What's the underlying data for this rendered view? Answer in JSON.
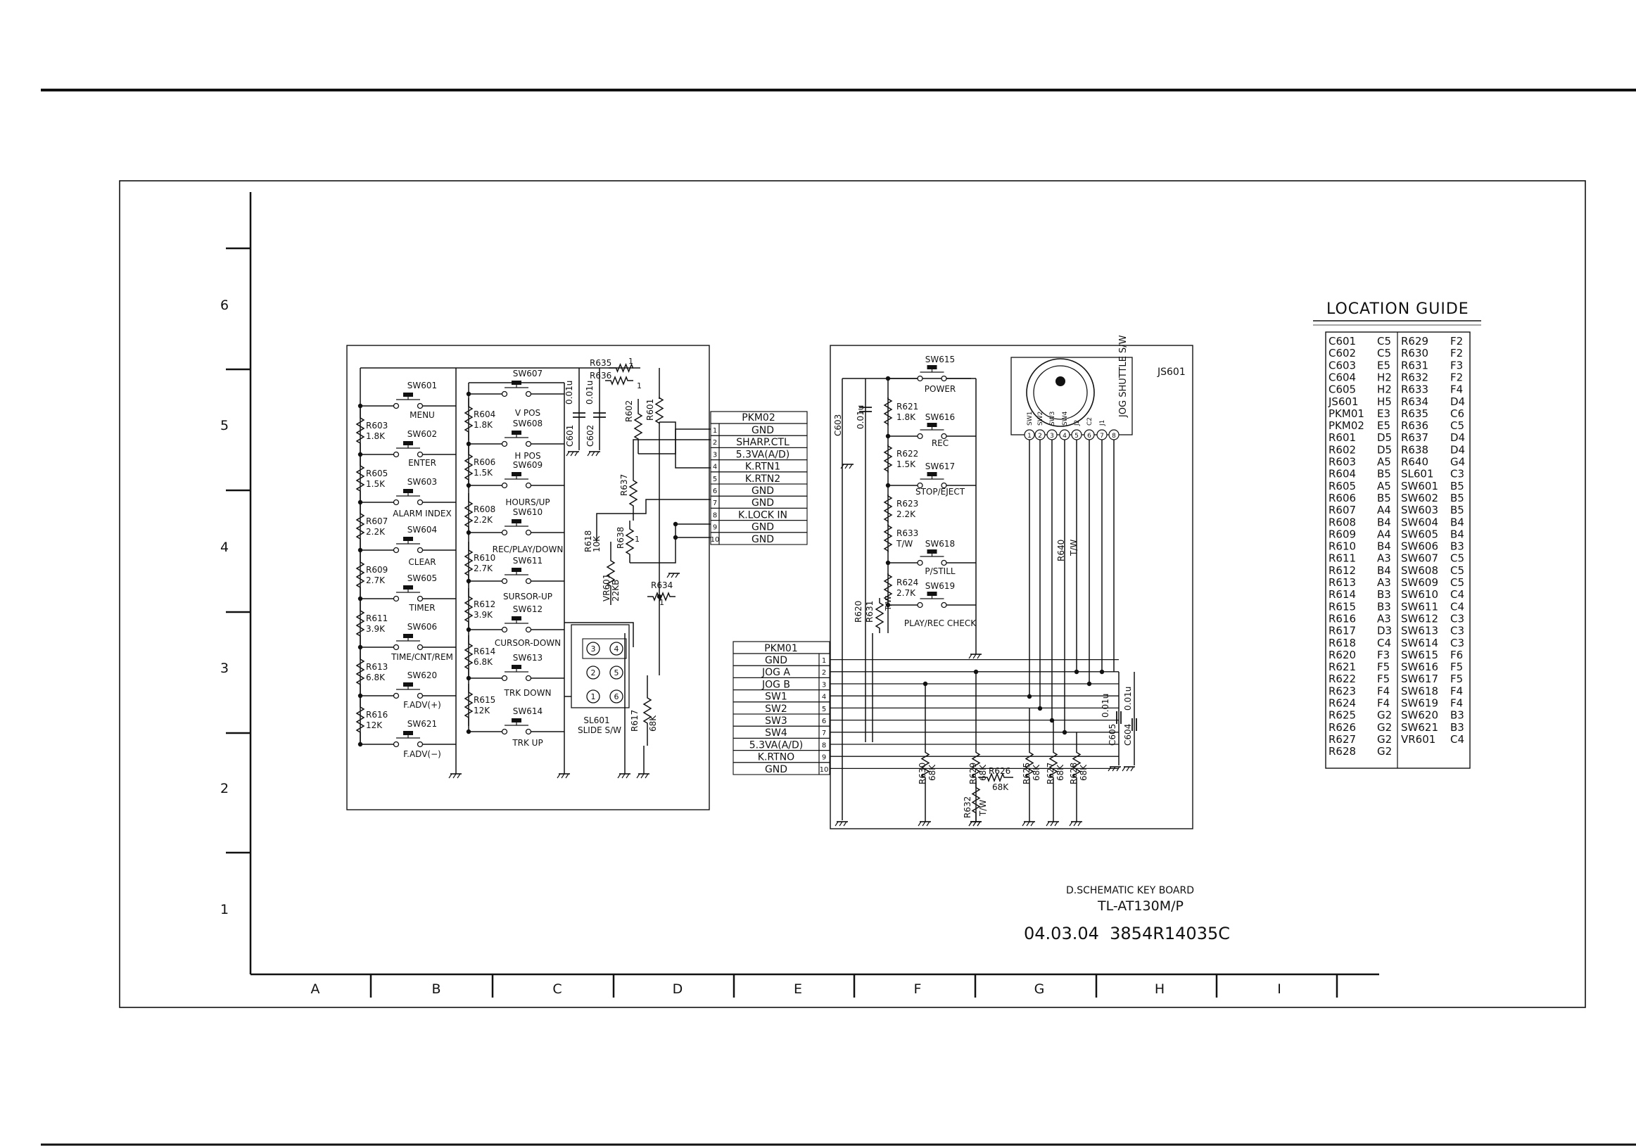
{
  "sheet": {
    "rows": [
      "6",
      "5",
      "4",
      "3",
      "2",
      "1"
    ],
    "cols": [
      "A",
      "B",
      "C",
      "D",
      "E",
      "F",
      "G",
      "H",
      "I"
    ],
    "title_block": {
      "name": "D.SCHEMATIC KEY BOARD",
      "model": "TL-AT130M/P",
      "doc": "04.03.04  3854R14035C"
    }
  },
  "board1": {
    "col_b": {
      "switches": [
        {
          "ref": "SW601",
          "label": "MENU"
        },
        {
          "ref": "SW602",
          "label": "ENTER"
        },
        {
          "ref": "SW603",
          "label": "ALARM INDEX"
        },
        {
          "ref": "SW604",
          "label": "CLEAR"
        },
        {
          "ref": "SW605",
          "label": "TIMER"
        },
        {
          "ref": "SW606",
          "label": "TIME/CNT/REM"
        },
        {
          "ref": "SW620",
          "label": "F.ADV(+)"
        },
        {
          "ref": "SW621",
          "label": "F.ADV(−)"
        }
      ],
      "resistors": [
        {
          "ref": "R603",
          "val": "1.8K"
        },
        {
          "ref": "R605",
          "val": "1.5K"
        },
        {
          "ref": "R607",
          "val": "2.2K"
        },
        {
          "ref": "R609",
          "val": "2.7K"
        },
        {
          "ref": "R611",
          "val": "3.9K"
        },
        {
          "ref": "R613",
          "val": "6.8K"
        },
        {
          "ref": "R616",
          "val": "12K"
        }
      ]
    },
    "col_c": {
      "switches": [
        {
          "ref": "SW607",
          "label": "V POS"
        },
        {
          "ref": "SW608",
          "label": "H POS"
        },
        {
          "ref": "SW609",
          "label": "HOURS/UP"
        },
        {
          "ref": "SW610",
          "label": "REC/PLAY/DOWN"
        },
        {
          "ref": "SW611",
          "label": "SURSOR-UP"
        },
        {
          "ref": "SW612",
          "label": "CURSOR-DOWN"
        },
        {
          "ref": "SW613",
          "label": "TRK DOWN"
        },
        {
          "ref": "SW614",
          "label": "TRK UP"
        }
      ],
      "resistors": [
        {
          "ref": "R604",
          "val": "1.8K"
        },
        {
          "ref": "R606",
          "val": "1.5K"
        },
        {
          "ref": "R608",
          "val": "2.2K"
        },
        {
          "ref": "R610",
          "val": "2.7K"
        },
        {
          "ref": "R612",
          "val": "3.9K"
        },
        {
          "ref": "R614",
          "val": "6.8K"
        },
        {
          "ref": "R615",
          "val": "12K"
        }
      ]
    },
    "misc": {
      "r635": "R635",
      "r635_val": "1",
      "r636": "R636",
      "c601": "C601",
      "c601_val": "0.01u",
      "c602": "C602",
      "c602_val": "0.01u",
      "r602": "R602",
      "r601": "R601",
      "r637": "R637",
      "r638": "R638",
      "r638_val": "1",
      "r618": "R618",
      "r618_val": "10K",
      "vr601": "VR601",
      "vr601_val": "22KB",
      "r634": "R634",
      "r634_val": "1",
      "r617": "R617",
      "r617_val": "68K",
      "sl601": "SL601",
      "sl601_label": "SLIDE S/W",
      "sl_pins": [
        "3",
        "4",
        "2",
        "5",
        "1",
        "6"
      ]
    },
    "pkm02": {
      "title": "PKM02",
      "pins": [
        {
          "n": "1",
          "name": "GND"
        },
        {
          "n": "2",
          "name": "SHARP.CTL"
        },
        {
          "n": "3",
          "name": "5.3VA(A/D)"
        },
        {
          "n": "4",
          "name": "K.RTN1"
        },
        {
          "n": "5",
          "name": "K.RTN2"
        },
        {
          "n": "6",
          "name": "GND"
        },
        {
          "n": "7",
          "name": "GND"
        },
        {
          "n": "8",
          "name": "K.LOCK IN"
        },
        {
          "n": "9",
          "name": "GND"
        },
        {
          "n": "10",
          "name": "GND"
        }
      ]
    }
  },
  "board2": {
    "pkm01": {
      "title": "PKM01",
      "pins": [
        {
          "n": "1",
          "name": "GND"
        },
        {
          "n": "2",
          "name": "JOG A"
        },
        {
          "n": "3",
          "name": "JOG B"
        },
        {
          "n": "4",
          "name": "SW1"
        },
        {
          "n": "5",
          "name": "SW2"
        },
        {
          "n": "6",
          "name": "SW3"
        },
        {
          "n": "7",
          "name": "SW4"
        },
        {
          "n": "8",
          "name": "5.3VA(A/D)"
        },
        {
          "n": "9",
          "name": "K.RTNO"
        },
        {
          "n": "10",
          "name": "GND"
        }
      ]
    },
    "c603": "C603",
    "c603_val": "0.01u",
    "switches": [
      {
        "ref": "SW615",
        "label": "POWER"
      },
      {
        "ref": "SW616",
        "label": "REC"
      },
      {
        "ref": "SW617",
        "label": "STOP/EJECT"
      },
      {
        "ref": "SW618",
        "label": "P/STILL"
      },
      {
        "ref": "SW619",
        "label": "PLAY/REC CHECK"
      }
    ],
    "resistors": [
      {
        "ref": "R621",
        "val": "1.8K"
      },
      {
        "ref": "R622",
        "val": "1.5K"
      },
      {
        "ref": "R623",
        "val": "2.2K"
      },
      {
        "ref": "R633",
        "val": "T/W"
      },
      {
        "ref": "R624",
        "val": "2.7K"
      }
    ],
    "r620": "R620",
    "r631": "R631",
    "r631_val": "T/W",
    "js601": "JS601",
    "jog_label": "JOG SHUTTLE S/W",
    "jog_pins": [
      "SW1",
      "SW2",
      "SW3",
      "SW4",
      "J2",
      "C2",
      "J1"
    ],
    "r640": "R640",
    "r640_val": "T/W",
    "c605": "C605",
    "c605_val": "0.01u",
    "c604": "C604",
    "c604_val": "0.01u",
    "bottom": [
      {
        "ref": "R630",
        "val": "68K"
      },
      {
        "ref": "R629",
        "val": "68K"
      },
      {
        "ref": "R626",
        "val": "68K"
      },
      {
        "ref": "R632",
        "val": "T/W"
      },
      {
        "ref": "R625",
        "val": "68K"
      },
      {
        "ref": "R627",
        "val": "68K"
      },
      {
        "ref": "R628",
        "val": "68K"
      }
    ]
  },
  "location_guide": {
    "title": "LOCATION GUIDE",
    "left": [
      [
        "C601",
        "C5"
      ],
      [
        "C602",
        "C5"
      ],
      [
        "C603",
        "E5"
      ],
      [
        "C604",
        "H2"
      ],
      [
        "C605",
        "H2"
      ],
      [
        "JS601",
        "H5"
      ],
      [
        "PKM01",
        "E3"
      ],
      [
        "PKM02",
        "E5"
      ],
      [
        "R601",
        "D5"
      ],
      [
        "R602",
        "D5"
      ],
      [
        "R603",
        "A5"
      ],
      [
        "R604",
        "B5"
      ],
      [
        "R605",
        "A5"
      ],
      [
        "R606",
        "B5"
      ],
      [
        "R607",
        "A4"
      ],
      [
        "R608",
        "B4"
      ],
      [
        "R609",
        "A4"
      ],
      [
        "R610",
        "B4"
      ],
      [
        "R611",
        "A3"
      ],
      [
        "R612",
        "B4"
      ],
      [
        "R613",
        "A3"
      ],
      [
        "R614",
        "B3"
      ],
      [
        "R615",
        "B3"
      ],
      [
        "R616",
        "A3"
      ],
      [
        "R617",
        "D3"
      ],
      [
        "R618",
        "C4"
      ],
      [
        "R620",
        "F3"
      ],
      [
        "R621",
        "F5"
      ],
      [
        "R622",
        "F5"
      ],
      [
        "R623",
        "F4"
      ],
      [
        "R624",
        "F4"
      ],
      [
        "R625",
        "G2"
      ],
      [
        "R626",
        "G2"
      ],
      [
        "R627",
        "G2"
      ],
      [
        "R628",
        "G2"
      ]
    ],
    "right": [
      [
        "R629",
        "F2"
      ],
      [
        "R630",
        "F2"
      ],
      [
        "R631",
        "F3"
      ],
      [
        "R632",
        "F2"
      ],
      [
        "R633",
        "F4"
      ],
      [
        "R634",
        "D4"
      ],
      [
        "R635",
        "C6"
      ],
      [
        "R636",
        "C5"
      ],
      [
        "R637",
        "D4"
      ],
      [
        "R638",
        "D4"
      ],
      [
        "R640",
        "G4"
      ],
      [
        "SL601",
        "C3"
      ],
      [
        "SW601",
        "B5"
      ],
      [
        "SW602",
        "B5"
      ],
      [
        "SW603",
        "B5"
      ],
      [
        "SW604",
        "B4"
      ],
      [
        "SW605",
        "B4"
      ],
      [
        "SW606",
        "B3"
      ],
      [
        "SW607",
        "C5"
      ],
      [
        "SW608",
        "C5"
      ],
      [
        "SW609",
        "C5"
      ],
      [
        "SW610",
        "C4"
      ],
      [
        "SW611",
        "C4"
      ],
      [
        "SW612",
        "C3"
      ],
      [
        "SW613",
        "C3"
      ],
      [
        "SW614",
        "C3"
      ],
      [
        "SW615",
        "F6"
      ],
      [
        "SW616",
        "F5"
      ],
      [
        "SW617",
        "F5"
      ],
      [
        "SW618",
        "F4"
      ],
      [
        "SW619",
        "F4"
      ],
      [
        "SW620",
        "B3"
      ],
      [
        "SW621",
        "B3"
      ],
      [
        "VR601",
        "C4"
      ]
    ]
  }
}
